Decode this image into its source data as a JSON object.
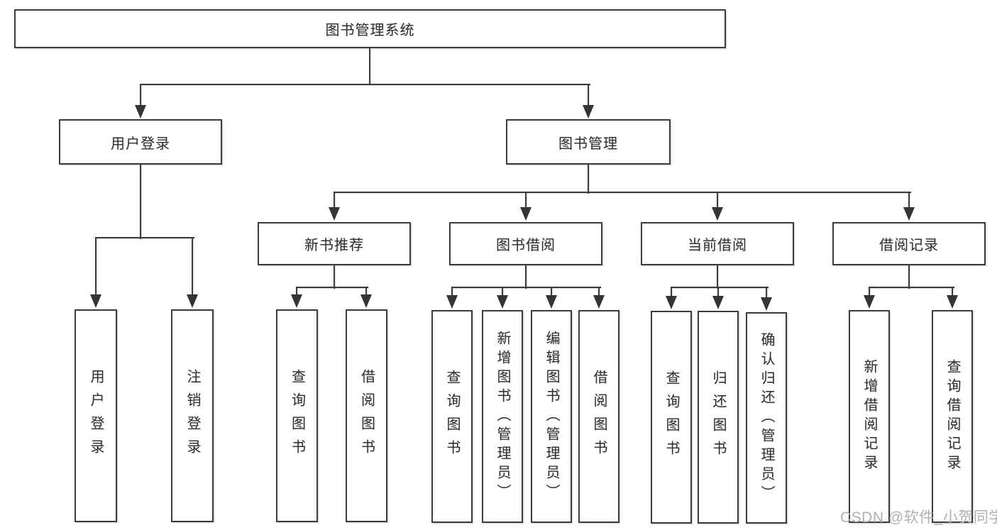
{
  "diagram": {
    "root": "图书管理系统",
    "level2": {
      "login": "用户登录",
      "mgmt": "图书管理"
    },
    "level3": {
      "recommend": "新书推荐",
      "borrow": "图书借阅",
      "current": "当前借阅",
      "records": "借阅记录"
    },
    "leaves": {
      "login": [
        "用户登录",
        "注销登录"
      ],
      "recommend": [
        "查询图书",
        "借阅图书"
      ],
      "borrow": [
        "查询图书",
        "新增图书（管理员）",
        "编辑图书（管理员）",
        "借阅图书"
      ],
      "current": [
        "查询图书",
        "归还图书",
        "确认归还（管理员）"
      ],
      "records": [
        "新增借阅记录",
        "查询借阅记录"
      ]
    }
  },
  "watermark": "CSDN @软件_小贺同学",
  "colors": {
    "line": "#3c3c3c",
    "text": "#2f2f2f",
    "watermark": "#b0b0b0",
    "background": "#ffffff"
  }
}
